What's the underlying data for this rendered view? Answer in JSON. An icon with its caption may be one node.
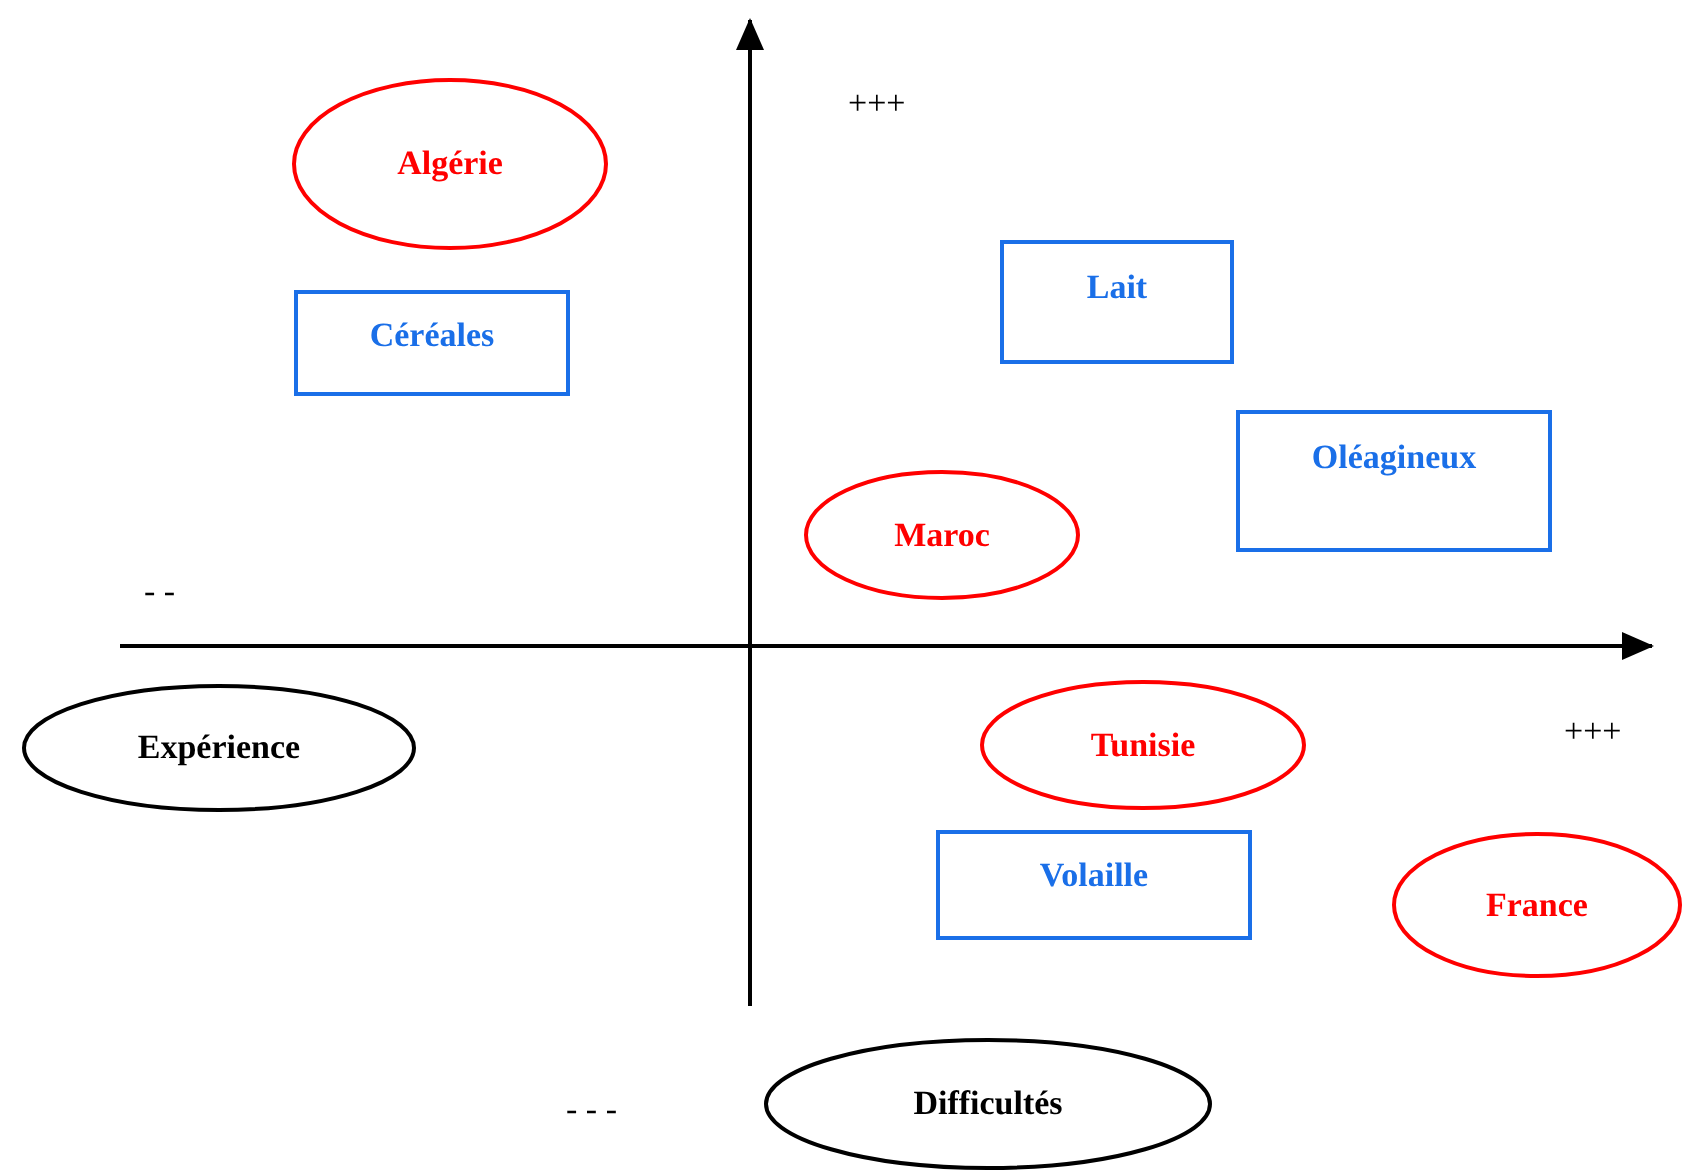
{
  "diagram": {
    "nodes": [
      {
        "text": [
          "Algérie"
        ]
      },
      {
        "text": [
          "Lait"
        ]
      },
      {
        "text": [
          "Céréales"
        ]
      },
      {
        "text": [
          "Oléagineux"
        ]
      },
      {
        "text": [
          "Maroc"
        ]
      },
      {
        "text": [
          "Expérience"
        ]
      },
      {
        "text": [
          "Tunisie"
        ]
      },
      {
        "text": [
          "Volaille"
        ]
      },
      {
        "text": [
          "France"
        ]
      },
      {
        "text": [
          "Difficultés"
        ]
      }
    ],
    "labels": [
      "+++",
      "- -",
      "+++",
      "- - -"
    ]
  }
}
